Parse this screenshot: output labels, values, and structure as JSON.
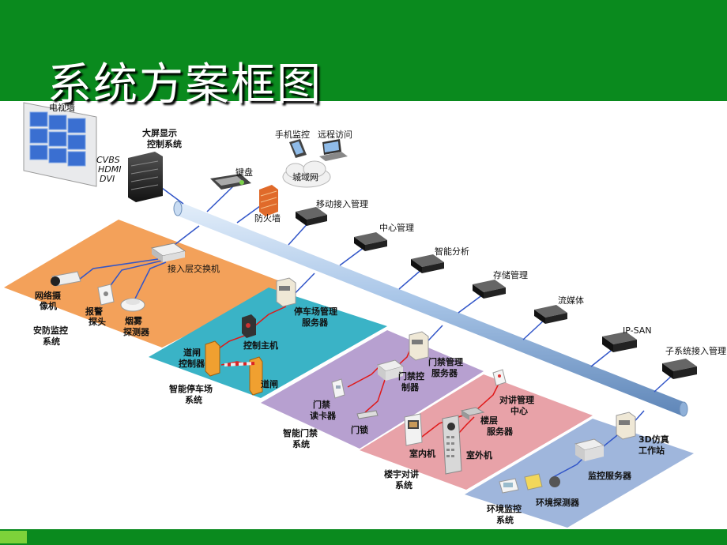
{
  "slide": {
    "title": "系统方案框图"
  },
  "colors": {
    "title_bar": "#0a8a1e",
    "footer_accent": "#7dd23a",
    "backbone": "#a9c6e8",
    "security_zone": "#f3a15a",
    "parking_zone": "#3ab3c6",
    "access_zone": "#b7a0d0",
    "intercom_zone": "#e8a2a8",
    "environment_zone": "#9fb6dc",
    "link_blue": "#3155c8",
    "link_red": "#e01818"
  },
  "top": {
    "video_wall": "电视墙",
    "signals": [
      "CVBS",
      "HDMI",
      "DVI"
    ],
    "display_system": [
      "大屏显示",
      "控制系统"
    ],
    "mobile": "手机监控",
    "remote": "远程访问",
    "wan": "城域网",
    "keyboard": "键盘",
    "firewall": "防火墙"
  },
  "backbone_nodes": [
    {
      "name": "mobile-access-mgmt",
      "label": "移动接入管理"
    },
    {
      "name": "center-mgmt",
      "label": "中心管理"
    },
    {
      "name": "smart-analysis",
      "label": "智能分析"
    },
    {
      "name": "storage-mgmt",
      "label": "存储管理"
    },
    {
      "name": "streaming-media",
      "label": "流媒体"
    },
    {
      "name": "ip-san",
      "label": "IP-SAN"
    },
    {
      "name": "subsystem-access-mgmt",
      "label": "子系统接入管理"
    }
  ],
  "security": {
    "switch": "接入层交换机",
    "camera": [
      "网络摄",
      "像机"
    ],
    "alarm": [
      "报警",
      "探头"
    ],
    "smoke": [
      "烟雾",
      "探测器"
    ],
    "title": [
      "安防监控",
      "系统"
    ]
  },
  "parking": {
    "server": [
      "停车场管理",
      "服务器"
    ],
    "host": "控制主机",
    "gate_controller": [
      "道闸",
      "控制器"
    ],
    "gate": "道闸",
    "title": [
      "智能停车场",
      "系统"
    ]
  },
  "access": {
    "server": [
      "门禁管理",
      "服务器"
    ],
    "controller": [
      "门禁控",
      "制器"
    ],
    "reader": [
      "门禁",
      "读卡器"
    ],
    "lock": "门锁",
    "title": [
      "智能门禁",
      "系统"
    ]
  },
  "intercom": {
    "center": [
      "对讲管理",
      "中心"
    ],
    "floor_server": [
      "楼层",
      "服务器"
    ],
    "indoor": "室内机",
    "outdoor": "室外机",
    "title": [
      "楼宇对讲",
      "系统"
    ]
  },
  "environment": {
    "workstation": [
      "3D仿真",
      "工作站"
    ],
    "server": "监控服务器",
    "sensor": "环境探测器",
    "title": [
      "环境监控",
      "系统"
    ]
  }
}
